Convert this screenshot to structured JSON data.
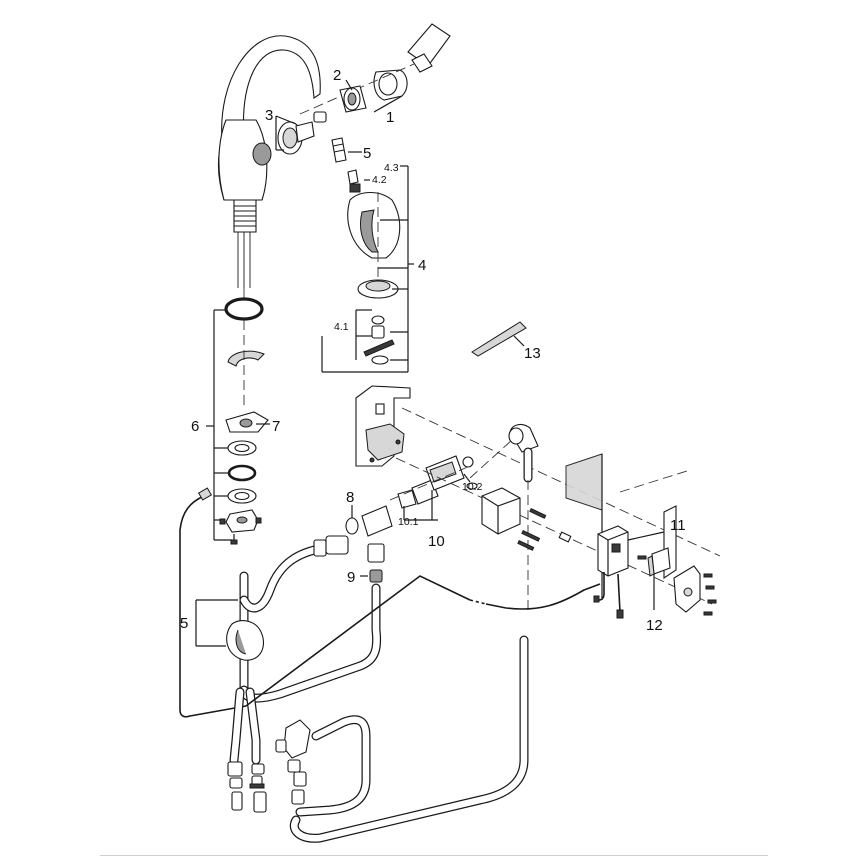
{
  "callouts": {
    "c1": "1",
    "c2": "2",
    "c3": "3",
    "c4": "4",
    "c4_1": "4.1",
    "c4_2": "4.2",
    "c4_3": "4.3",
    "c5_top": "5",
    "c5_bottom": "5",
    "c6": "6",
    "c7": "7",
    "c8": "8",
    "c9": "9",
    "c10": "10",
    "c10_1": "10.1",
    "c10_2": "10.2",
    "c11": "11",
    "c12": "12",
    "c13": "13"
  }
}
